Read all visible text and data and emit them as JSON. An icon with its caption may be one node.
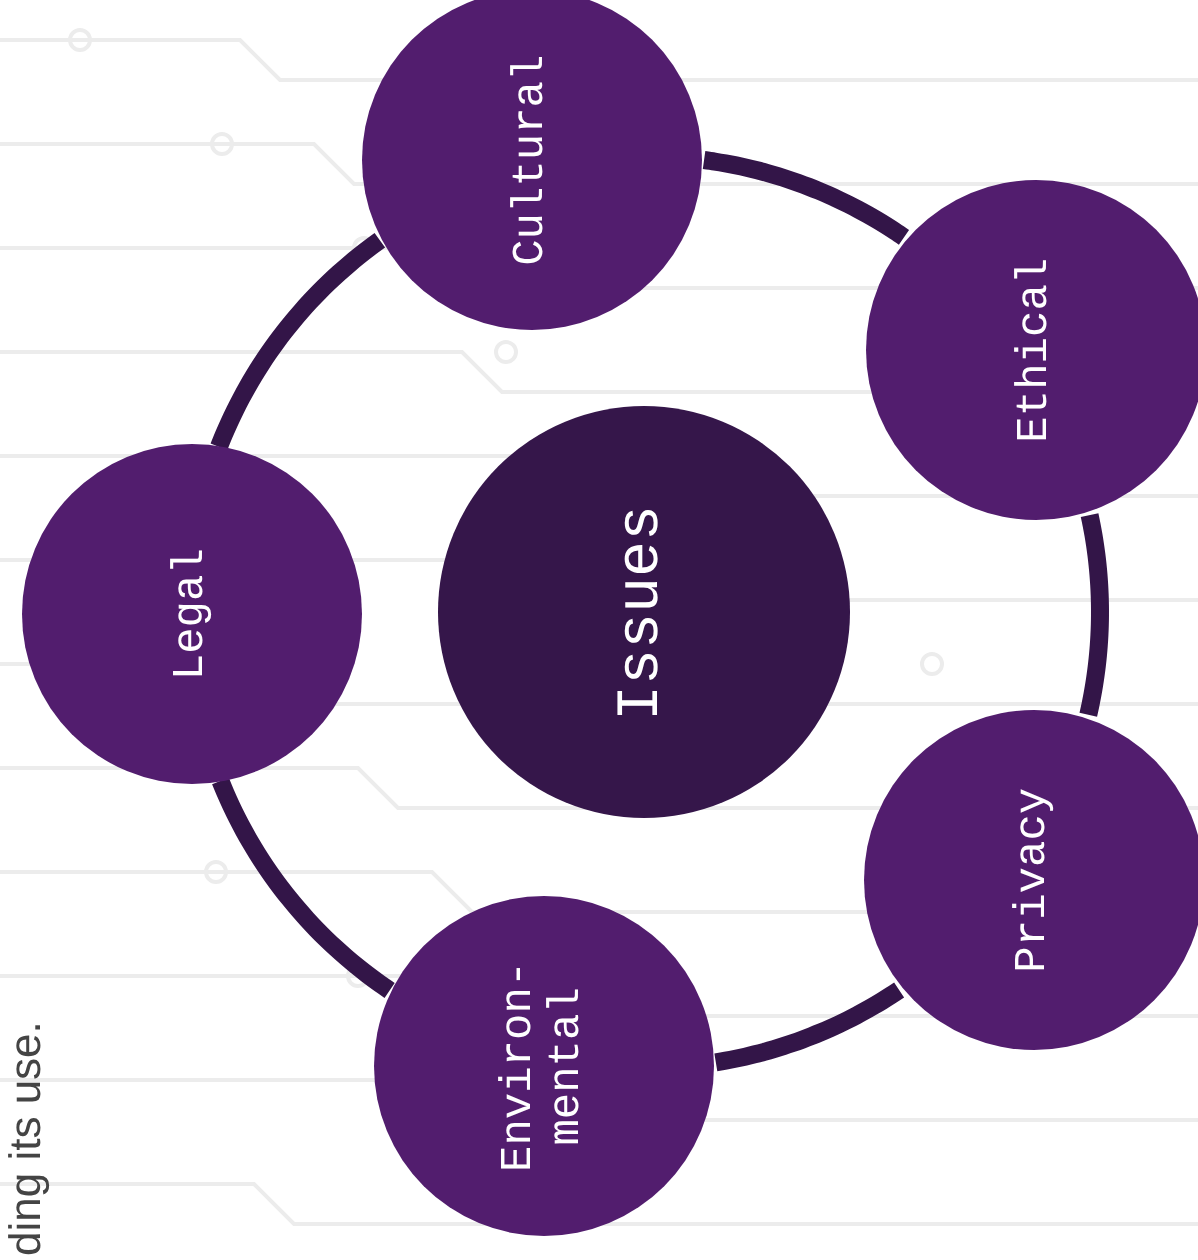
{
  "diagram": {
    "nodes": [
      {
        "text": [
          "Issues"
        ]
      },
      {
        "text": [
          "Cultural"
        ]
      },
      {
        "text": [
          "Ethical"
        ]
      },
      {
        "text": [
          "Privacy"
        ]
      },
      {
        "text": [
          "Environ- mental"
        ]
      },
      {
        "text": [
          "Legal"
        ]
      }
    ],
    "edges": [
      {
        "from": 1,
        "to": 2,
        "arrow": "none"
      },
      {
        "from": 2,
        "to": 3,
        "arrow": "none"
      },
      {
        "from": 3,
        "to": 4,
        "arrow": "none"
      },
      {
        "from": 4,
        "to": 5,
        "arrow": "none"
      },
      {
        "from": 5,
        "to": 1,
        "arrow": "none"
      }
    ],
    "labels": [
      "ding its use."
    ]
  }
}
